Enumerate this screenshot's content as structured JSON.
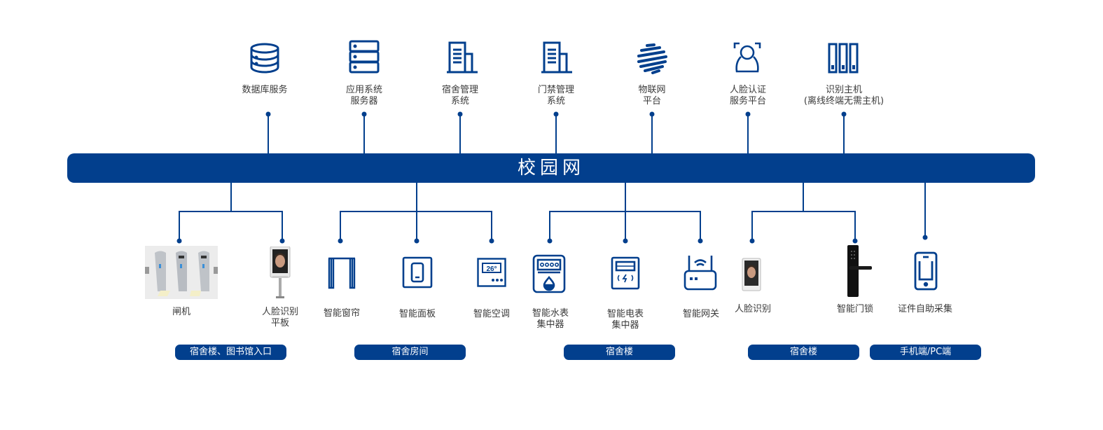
{
  "network": {
    "title": "校园网"
  },
  "colors": {
    "primary": "#023f8d",
    "text": "#3a3a3a",
    "background": "#ffffff"
  },
  "servers": [
    {
      "label": "数据库服务",
      "icon": "database-icon"
    },
    {
      "label": "应用系统\n服务器",
      "icon": "server-rack-icon"
    },
    {
      "label": "宿舍管理\n系统",
      "icon": "building-icon"
    },
    {
      "label": "门禁管理\n系统",
      "icon": "building-icon"
    },
    {
      "label": "物联网\n平台",
      "icon": "iot-globe-icon"
    },
    {
      "label": "人脸认证\n服务平台",
      "icon": "face-scan-icon"
    },
    {
      "label": "识别主机\n(离线终端无需主机)",
      "icon": "host-binders-icon"
    }
  ],
  "devices": [
    {
      "label": "闸机",
      "icon": "turnstile-gate-image"
    },
    {
      "label": "人脸识别\n平板",
      "icon": "face-recognition-tablet-image"
    },
    {
      "label": "智能窗帘",
      "icon": "curtain-icon"
    },
    {
      "label": "智能面板",
      "icon": "switch-panel-icon"
    },
    {
      "label": "智能空调",
      "icon": "thermostat-icon",
      "display": "26°"
    },
    {
      "label": "智能水表\n集中器",
      "icon": "water-meter-icon"
    },
    {
      "label": "智能电表\n集中器",
      "icon": "electric-meter-icon"
    },
    {
      "label": "智能网关",
      "icon": "wifi-router-icon"
    },
    {
      "label": "人脸识别",
      "icon": "face-recognition-terminal-image"
    },
    {
      "label": "智能门锁",
      "icon": "smart-door-lock-image"
    },
    {
      "label": "证件自助采集",
      "icon": "mobile-phone-icon"
    }
  ],
  "zones": [
    {
      "label": "宿舍楼、图书馆入口"
    },
    {
      "label": "宿舍房间"
    },
    {
      "label": "宿舍楼"
    },
    {
      "label": "宿舍楼"
    },
    {
      "label": "手机端/PC端"
    }
  ]
}
